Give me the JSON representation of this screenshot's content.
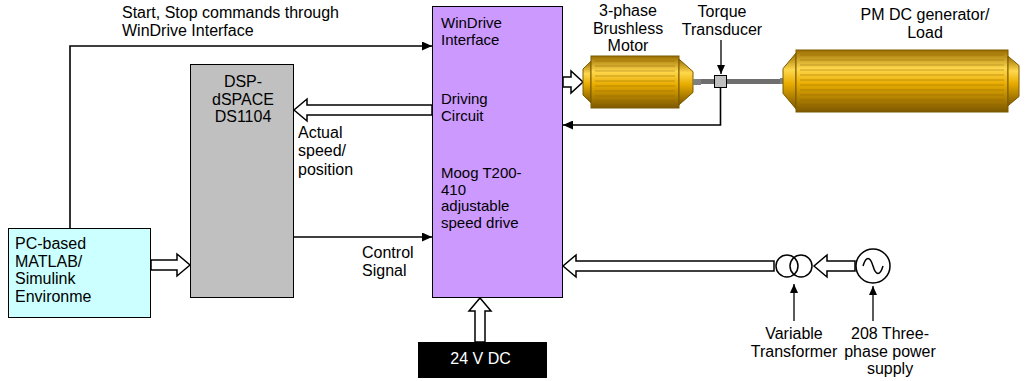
{
  "diagram": {
    "nodes": [
      {
        "text": [
          "PC-based MATLAB/ Simulink Environme"
        ]
      },
      {
        "text": [
          "DSP-dSPACE DS1104"
        ]
      },
      {
        "text": [
          "WinDrive Interface",
          "Driving Circuit",
          "Moog T200-410 adjustable speed drive"
        ]
      },
      {
        "text": [
          "3-phase Brushless Motor"
        ]
      },
      {
        "text": [
          "Torque Transducer"
        ]
      },
      {
        "text": [
          "PM DC generator/ Load"
        ]
      },
      {
        "text": [
          "24 V DC"
        ]
      },
      {
        "text": [
          "Variable Transformer"
        ]
      },
      {
        "text": [
          "208 Three-phase power supply"
        ]
      }
    ],
    "edges": [
      {
        "from": 0,
        "to": 2,
        "label": "Start, Stop commands through WinDrive Interface",
        "arrow": "to"
      },
      {
        "from": 0,
        "to": 1,
        "arrow": "to"
      },
      {
        "from": 2,
        "to": 1,
        "label": "Actual speed/ position",
        "arrow": "to"
      },
      {
        "from": 1,
        "to": 2,
        "label": "Control Signal",
        "arrow": "to"
      },
      {
        "from": 2,
        "to": 3,
        "arrow": "to"
      },
      {
        "from": 3,
        "to": 4,
        "arrow": "none"
      },
      {
        "from": 4,
        "to": 5,
        "arrow": "none"
      },
      {
        "from": 4,
        "to": 2,
        "arrow": "to"
      },
      {
        "from": 6,
        "to": 2,
        "arrow": "to"
      },
      {
        "from": 7,
        "to": 2,
        "arrow": "to"
      },
      {
        "from": 8,
        "to": 7,
        "arrow": "to"
      }
    ]
  }
}
